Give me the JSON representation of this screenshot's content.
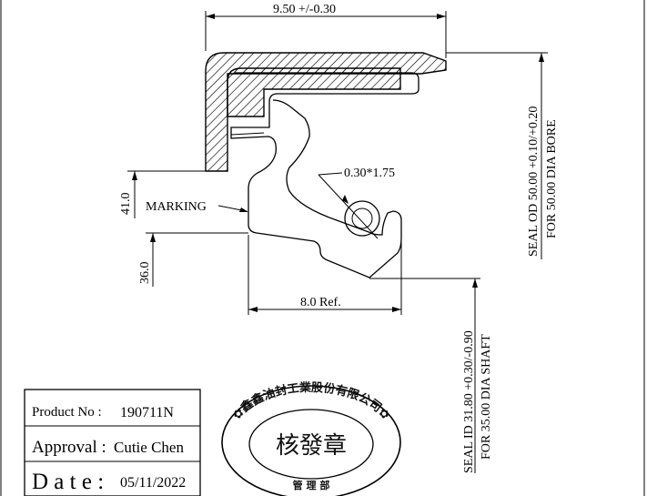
{
  "dimensions": {
    "overall_width": "9.50 +/-0.30",
    "wire": "0.30*1.75",
    "marking": "MARKING",
    "height_41": "41.0",
    "height_36": "36.0",
    "ref_8": "8.0 Ref.",
    "seal_od_line1": "SEAL OD 50.00 +0.10/+0.20",
    "seal_od_line2": "FOR 50.00 DIA BORE",
    "seal_id_line1": "SEAL ID 31.80 +0.30/-0.90",
    "seal_id_line2": "FOR 35.00 DIA SHAFT"
  },
  "title_block": {
    "product_label": "Product No :",
    "product_value": "190711N",
    "approval_label": "Approval :",
    "approval_value": "Cutie Chen",
    "date_label": "D a t e :",
    "date_value": "05/11/2022"
  },
  "stamp": {
    "ring_text": "✿鑫鑫油封工業股份有限公司✿",
    "center_text": "核發章",
    "bottom_text": "管  理  部"
  }
}
